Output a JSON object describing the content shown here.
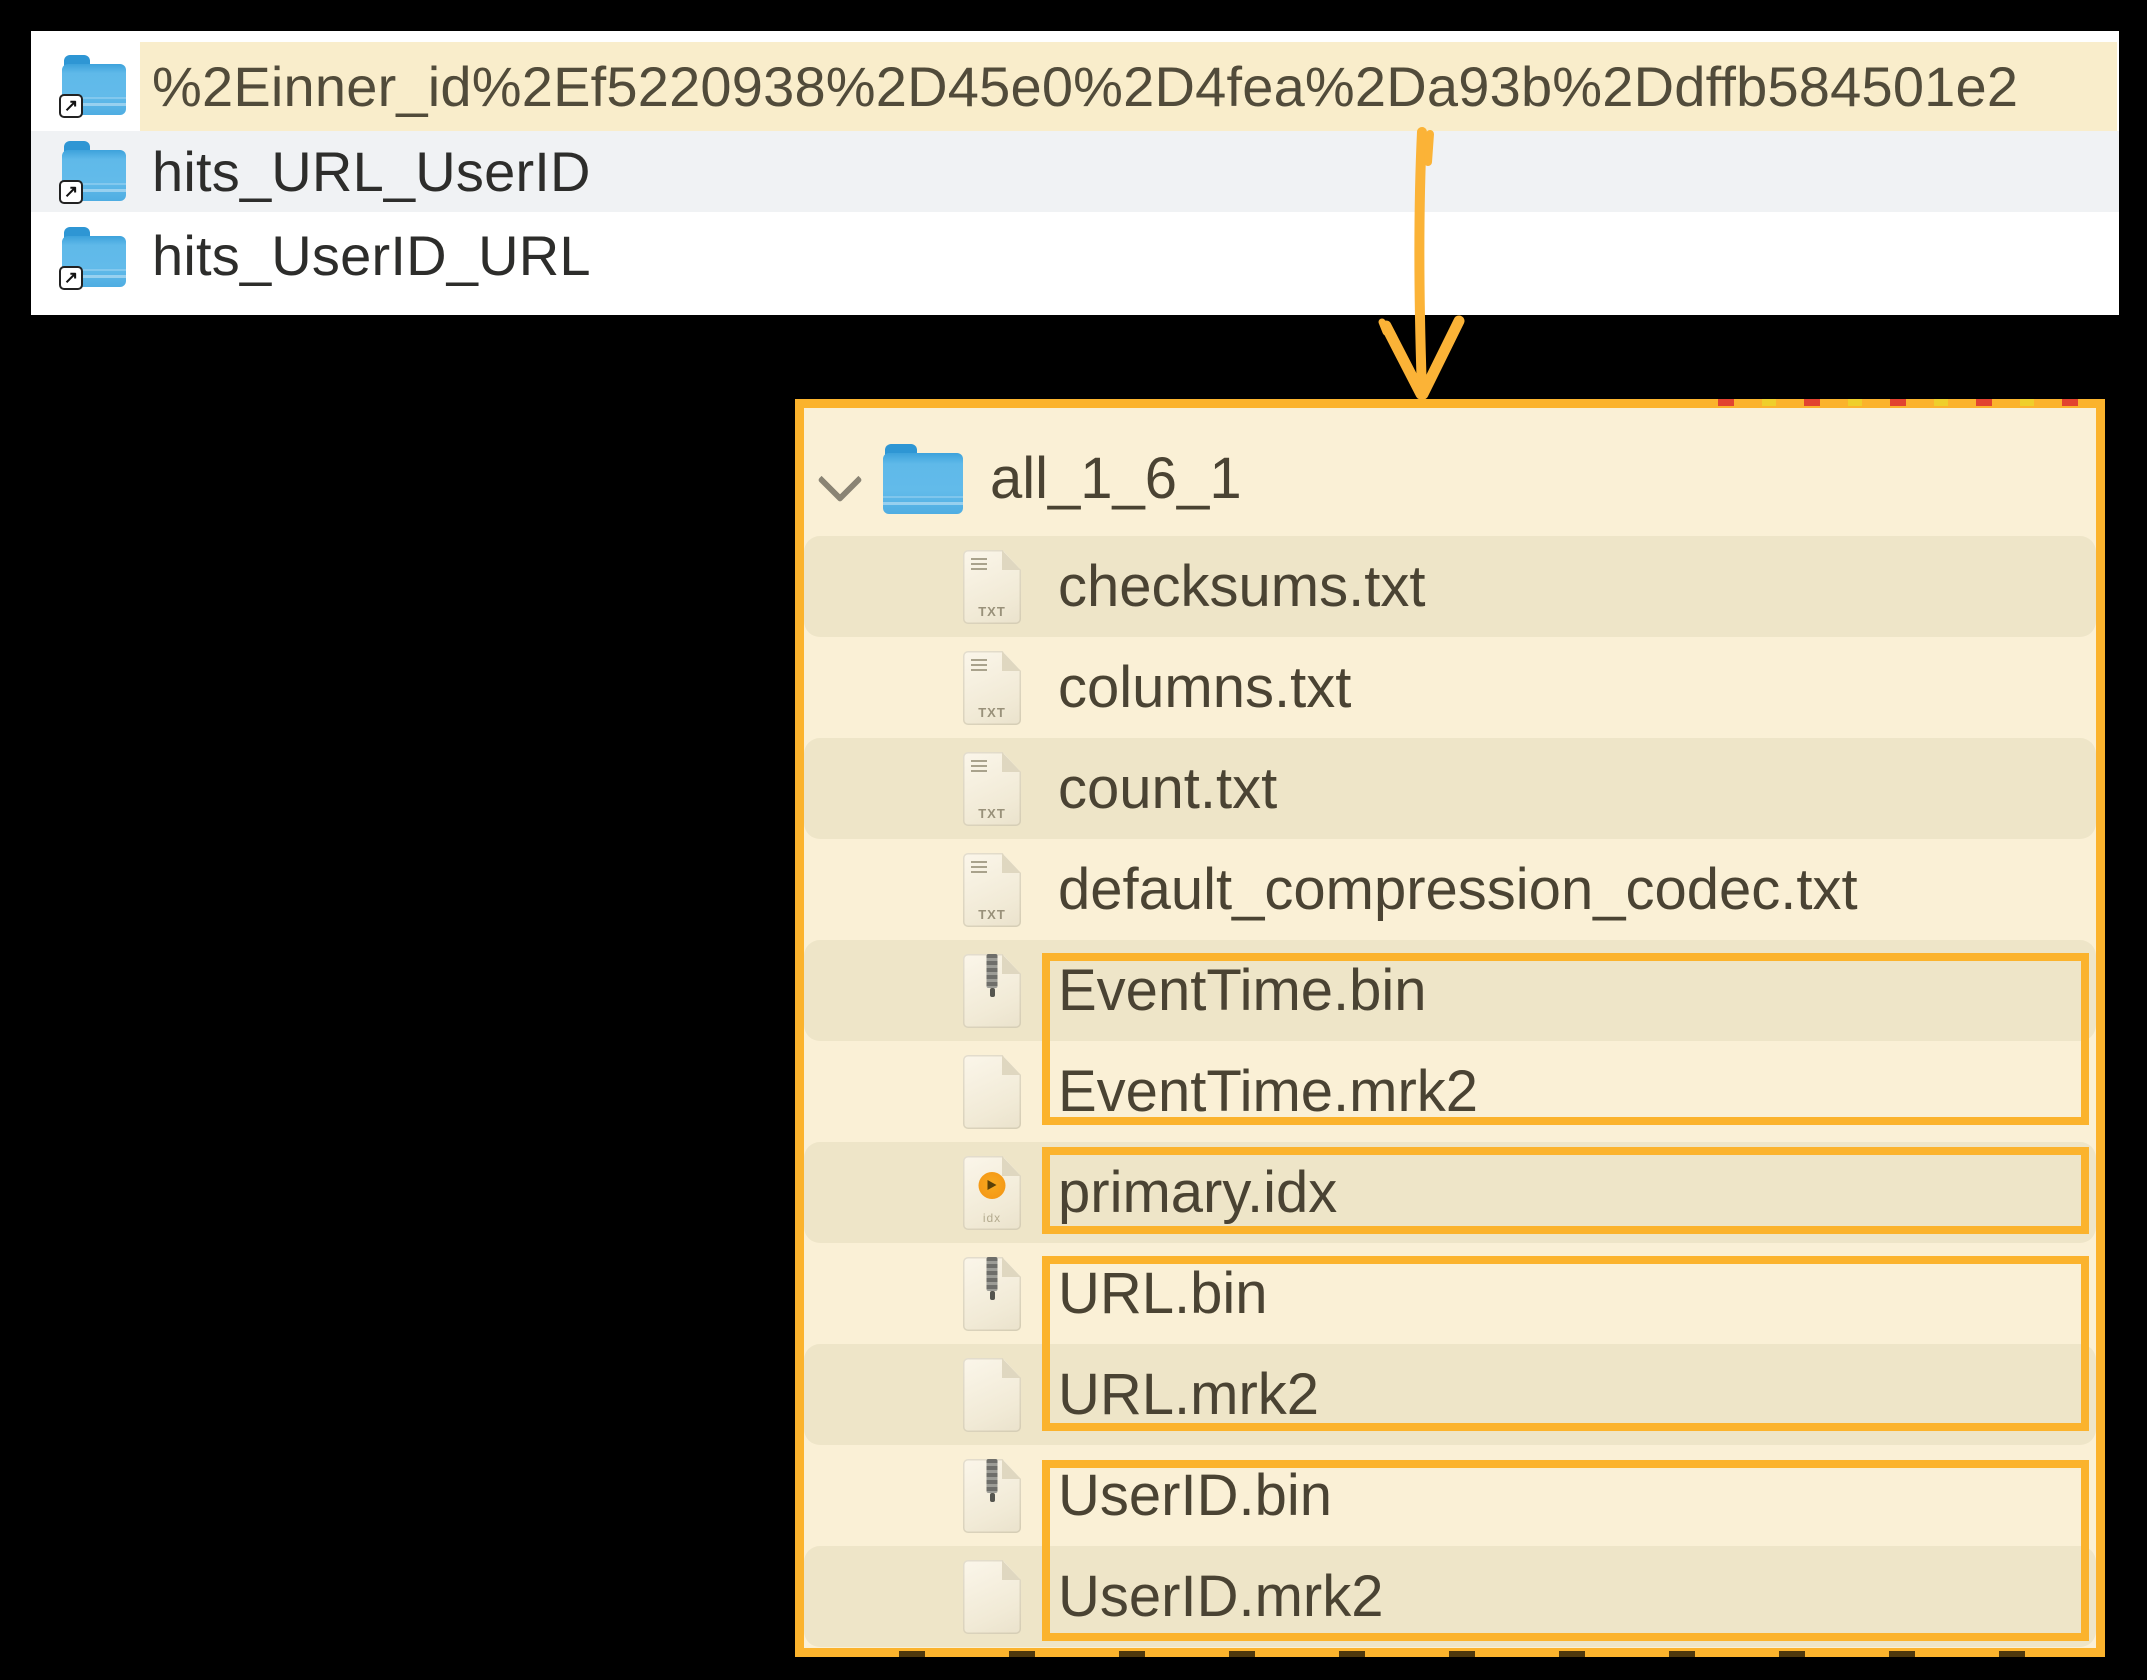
{
  "top_panel": {
    "rows": [
      {
        "name": "%2Einner_id%2Ef5220938%2D45e0%2D4fea%2Da93b%2Ddffb584501e2",
        "icon": "folder-alias-icon",
        "highlighted": true
      },
      {
        "name": "hits_URL_UserID",
        "icon": "folder-alias-icon",
        "highlighted": false
      },
      {
        "name": "hits_UserID_URL",
        "icon": "folder-alias-icon",
        "highlighted": false
      }
    ]
  },
  "annotations": {
    "arrow": "hand-drawn arrow from highlighted folder down to tree panel",
    "highlight_groups": [
      "EventTime.bin + EventTime.mrk2",
      "primary.idx",
      "URL.bin + URL.mrk2",
      "UserID.bin + UserID.mrk2"
    ]
  },
  "tree_panel": {
    "root": {
      "name": "all_1_6_1",
      "icon": "folder-icon",
      "expanded": true
    },
    "files": [
      {
        "name": "checksums.txt",
        "icon": "txt-file-icon"
      },
      {
        "name": "columns.txt",
        "icon": "txt-file-icon"
      },
      {
        "name": "count.txt",
        "icon": "txt-file-icon"
      },
      {
        "name": "default_compression_codec.txt",
        "icon": "txt-file-icon"
      },
      {
        "name": "EventTime.bin",
        "icon": "bin-file-icon"
      },
      {
        "name": "EventTime.mrk2",
        "icon": "blank-file-icon"
      },
      {
        "name": "primary.idx",
        "icon": "idx-file-icon"
      },
      {
        "name": "URL.bin",
        "icon": "bin-file-icon"
      },
      {
        "name": "URL.mrk2",
        "icon": "blank-file-icon"
      },
      {
        "name": "UserID.bin",
        "icon": "bin-file-icon"
      },
      {
        "name": "UserID.mrk2",
        "icon": "blank-file-icon"
      }
    ]
  },
  "colors": {
    "accent_orange": "#FBB32D",
    "selected_row_cream": "#F9EDCB",
    "panel_cream": "#FAF0D6",
    "alt_row_khaki": "#EEE5C8",
    "alt_row_gray": "#F0F2F4",
    "tree_text": "#4A4333",
    "folder_blue": "#5FB9E9"
  }
}
